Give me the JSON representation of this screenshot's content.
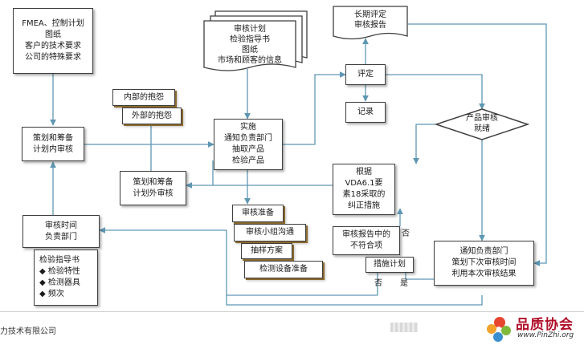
{
  "inputs": {
    "top_left_lines": [
      "FMEA、控制计划",
      "图纸",
      "客户的技术要求",
      "公司的特殊要求"
    ],
    "docs_lines": [
      "审核计划",
      "检验指导书",
      "图纸",
      "市场和顾客的信息"
    ],
    "long_term_lines": [
      "长期评定",
      "审核报告"
    ]
  },
  "nodes": {
    "internal_complaint": "内部的抱怨",
    "external_complaint": "外部的抱怨",
    "plan_internal": [
      "策划和筹备",
      "计划内审核"
    ],
    "plan_external": [
      "策划和筹备",
      "计划外审核"
    ],
    "implement": [
      "实施",
      "通知负责部门",
      "抽取产品",
      "检验产品"
    ],
    "evaluate": "评定",
    "record": "记录",
    "decision": [
      "产品审核",
      "就绪"
    ],
    "vda": [
      "根据",
      "VDA6.1要",
      "素18采取的",
      "纠正措施"
    ],
    "audit_prep": "审核准备",
    "team_comm": "审核小组沟通",
    "sampling": "抽样方案",
    "test_prep": "检测设备准备",
    "time_dept": [
      "审核时间",
      "负责部门"
    ],
    "guide": [
      "检验指导书",
      "◆ 检验特性",
      "◆ 检测器具",
      "◆ 频次"
    ],
    "nonconform": [
      "审核报告中的",
      "不符合项"
    ],
    "measures": "措施计划",
    "notify_next": [
      "通知负责部门",
      "策划下次审核时间",
      "利用本次审核结果"
    ]
  },
  "labels": {
    "no_1": "否",
    "no_2": "否",
    "yes": "是"
  },
  "footer": {
    "company": "力技术有限公司",
    "logo_main": "品质协会",
    "logo_url": "www.PinZhi.org"
  },
  "colors": {
    "connector": "#5f97b3",
    "border": "#3f3f3f",
    "shadow_tan": "#8a6a2e",
    "logo": "#b0102a"
  }
}
